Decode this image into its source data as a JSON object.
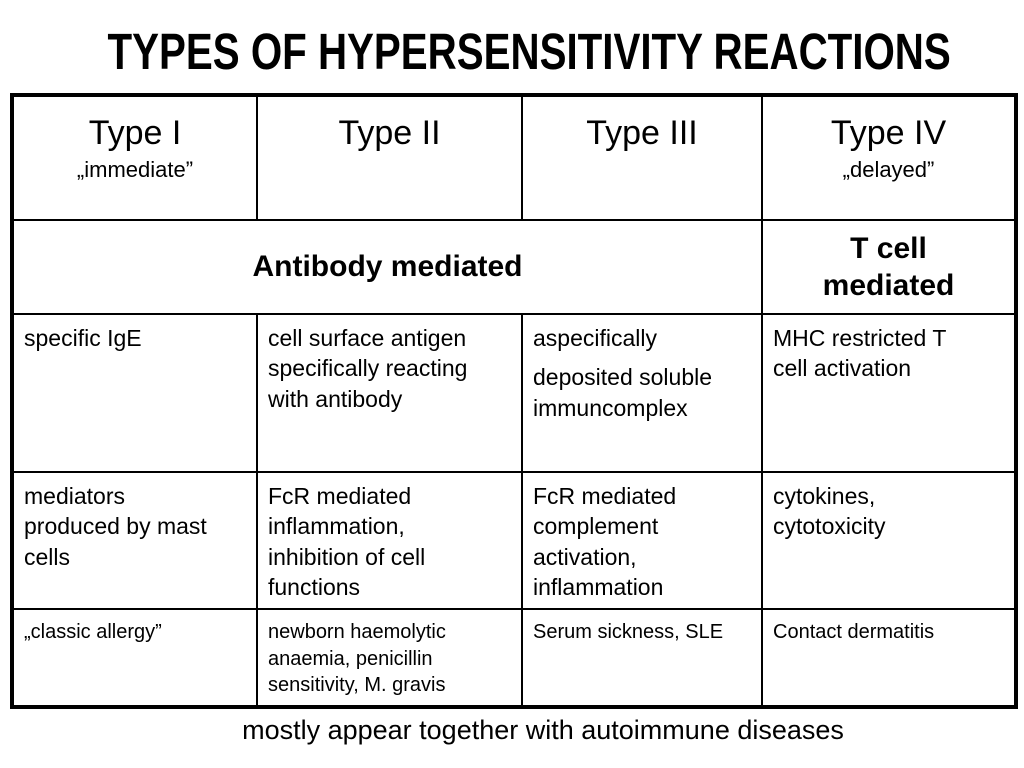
{
  "slide": {
    "title": "TYPES OF HYPERSENSITIVITY REACTIONS",
    "footer": "mostly appear together with autoimmune diseases",
    "text_color": "#000000",
    "background_color": "#ffffff",
    "border_color": "#000000"
  },
  "table": {
    "header_row": [
      {
        "title": "Type I",
        "subtitle": "„immediate”"
      },
      {
        "title": "Type II",
        "subtitle": ""
      },
      {
        "title": "Type III",
        "subtitle": ""
      },
      {
        "title": "Type IV",
        "subtitle": "„delayed”"
      }
    ],
    "mediation_row": {
      "antibody_mediated": "Antibody mediated",
      "t_cell_mediated": "T cell\nmediated"
    },
    "antigen_row": [
      {
        "paragraphs": [
          "specific IgE"
        ]
      },
      {
        "paragraphs": [
          "cell surface antigen\nspecifically reacting\nwith antibody"
        ]
      },
      {
        "paragraphs": [
          "aspecifically",
          "deposited soluble\nimmuncomplex"
        ]
      },
      {
        "paragraphs": [
          "MHC restricted T\ncell activation"
        ]
      }
    ],
    "mechanism_row": [
      {
        "paragraphs": [
          "mediators\nproduced by mast\ncells"
        ]
      },
      {
        "paragraphs": [
          "FcR mediated\ninflammation,\ninhibition of cell\nfunctions"
        ]
      },
      {
        "paragraphs": [
          "FcR mediated\ncomplement\nactivation,\ninflammation"
        ]
      },
      {
        "paragraphs": [
          "cytokines,\ncytotoxicity"
        ]
      }
    ],
    "example_row": [
      {
        "paragraphs": [
          "„classic allergy”"
        ]
      },
      {
        "paragraphs": [
          "newborn haemolytic\nanaemia, penicillin\nsensitivity, M. gravis"
        ]
      },
      {
        "paragraphs": [
          "Serum sickness, SLE"
        ]
      },
      {
        "paragraphs": [
          "Contact dermatitis"
        ]
      }
    ]
  }
}
